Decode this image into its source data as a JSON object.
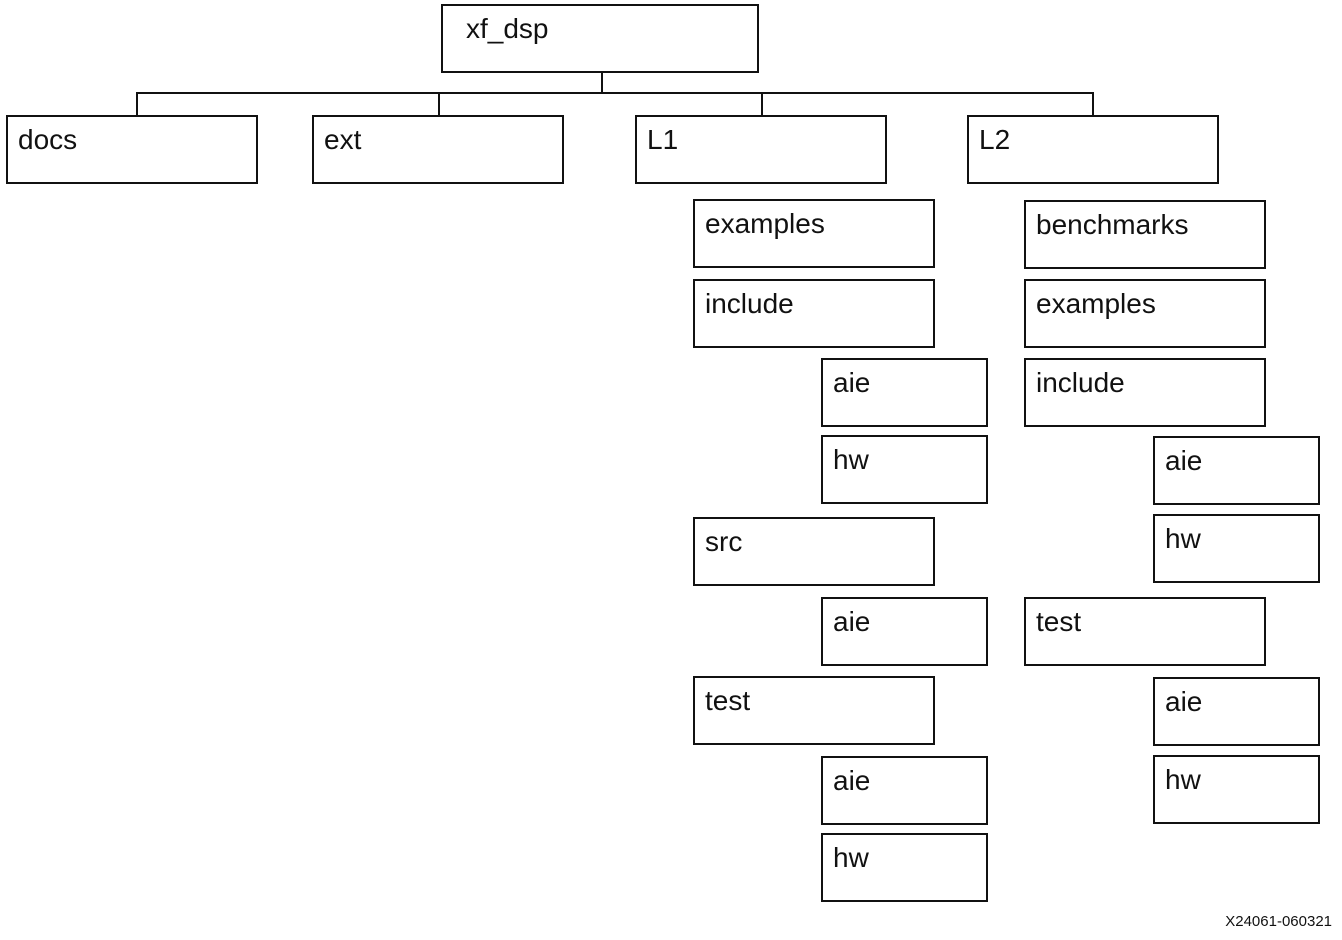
{
  "tree": {
    "root": "xf_dsp",
    "top_level": {
      "docs": "docs",
      "ext": "ext",
      "l1": "L1",
      "l2": "L2"
    },
    "l1_children": {
      "examples": "examples",
      "include": "include",
      "include_aie": "aie",
      "include_hw": "hw",
      "src": "src",
      "src_aie": "aie",
      "test": "test",
      "test_aie": "aie",
      "test_hw": "hw"
    },
    "l2_children": {
      "benchmarks": "benchmarks",
      "examples": "examples",
      "include": "include",
      "include_aie": "aie",
      "include_hw": "hw",
      "test": "test",
      "test_aie": "aie",
      "test_hw": "hw"
    }
  },
  "figure_id": "X24061-060321"
}
